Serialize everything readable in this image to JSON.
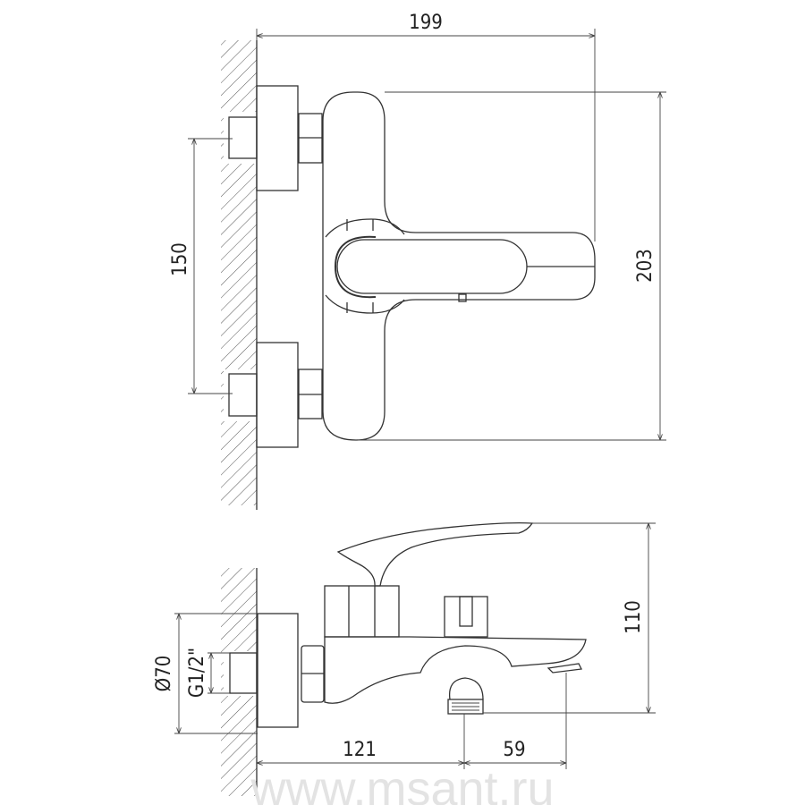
{
  "top_view": {
    "dim_width": "199",
    "dim_height": "203",
    "dim_centers": "150"
  },
  "side_view": {
    "dim_height": "110",
    "dim_escutcheon": "Ø70",
    "dim_thread": "G1/2\"",
    "dim_wall_to_outlet": "121",
    "dim_outlet_to_spout": "59"
  },
  "watermark": "www.msant.ru"
}
